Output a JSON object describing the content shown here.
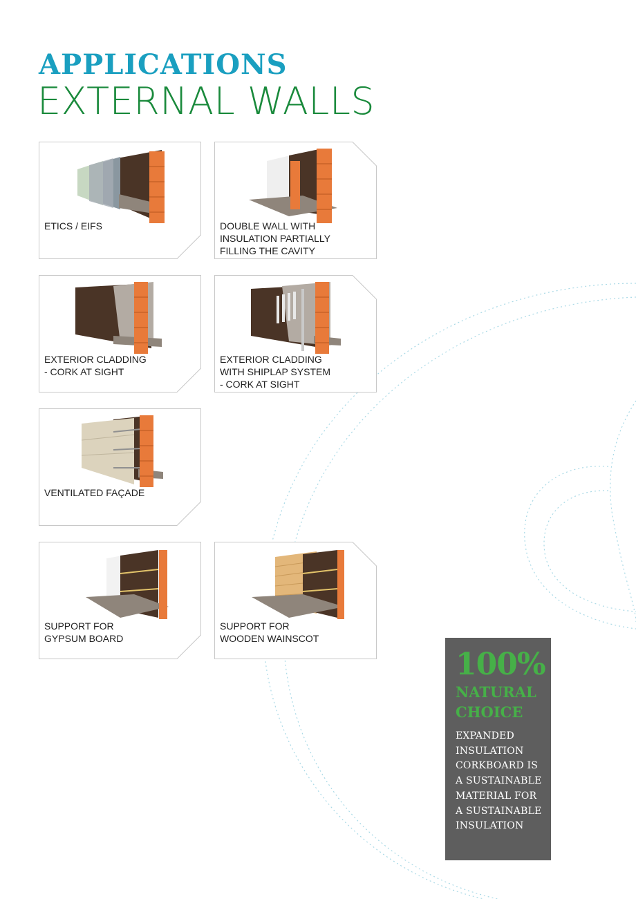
{
  "header": {
    "title": "APPLICATIONS",
    "subtitle": "EXTERNAL WALLS"
  },
  "cards": [
    {
      "label": "ETICS / EIFS",
      "illustration": "etics-wall-icon"
    },
    {
      "label": "DOUBLE WALL WITH\nINSULATION PARTIALLY\nFILLING THE CAVITY",
      "illustration": "double-wall-icon"
    },
    {
      "label": "EXTERIOR CLADDING\n- CORK AT SIGHT",
      "illustration": "cork-cladding-icon"
    },
    {
      "label": "EXTERIOR CLADDING\nWITH SHIPLAP SYSTEM\n- CORK AT SIGHT",
      "illustration": "shiplap-cladding-icon"
    },
    {
      "label": "VENTILATED FAÇADE",
      "illustration": "ventilated-facade-icon"
    },
    {
      "label": "SUPPORT FOR\nGYPSUM BOARD",
      "illustration": "gypsum-support-icon"
    },
    {
      "label": "SUPPORT FOR\nWOODEN WAINSCOT",
      "illustration": "wainscot-support-icon"
    }
  ],
  "promo": {
    "headline": "100%",
    "subheadline": "NATURAL\nCHOICE",
    "body": "EXPANDED\nINSULATION\nCORKBOARD IS\nA SUSTAINABLE\nMATERIAL FOR\nA SUSTAINABLE\nINSULATION"
  },
  "colors": {
    "title": "#1a9fc0",
    "subtitle": "#1a8a3c",
    "promo_bg": "#5e5e5e",
    "promo_accent": "#46b048",
    "card_border": "#c8c8c8",
    "brick": "#e87a3a",
    "cork": "#4a3426",
    "concrete": "#8f857b"
  }
}
